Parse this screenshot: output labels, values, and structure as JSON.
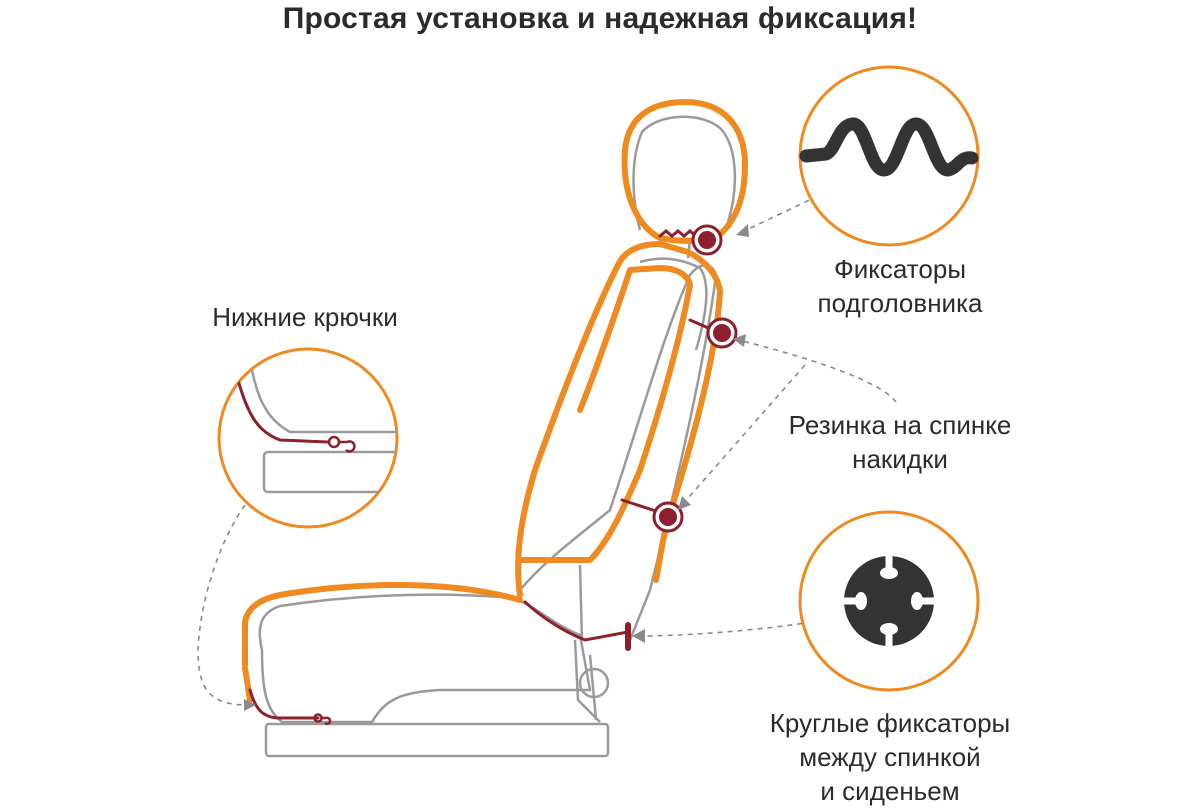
{
  "title": "Простая установка и надежная фиксация!",
  "labels": {
    "lower_hooks": "Нижние крючки",
    "headrest_fixers": [
      "Фиксаторы",
      "подголовника"
    ],
    "back_elastic": [
      "Резинка на спинке",
      "накидки"
    ],
    "round_fixers": [
      "Круглые фиксаторы",
      "между спинкой",
      "и сиденьем"
    ]
  },
  "colors": {
    "cover_outline": "#ee8a1f",
    "fastener": "#8e1f2c",
    "seat_line": "#9a9a9a",
    "callout_circle": "#ee8a1f",
    "icon_fill": "#333333",
    "text": "#2b2b2b"
  }
}
